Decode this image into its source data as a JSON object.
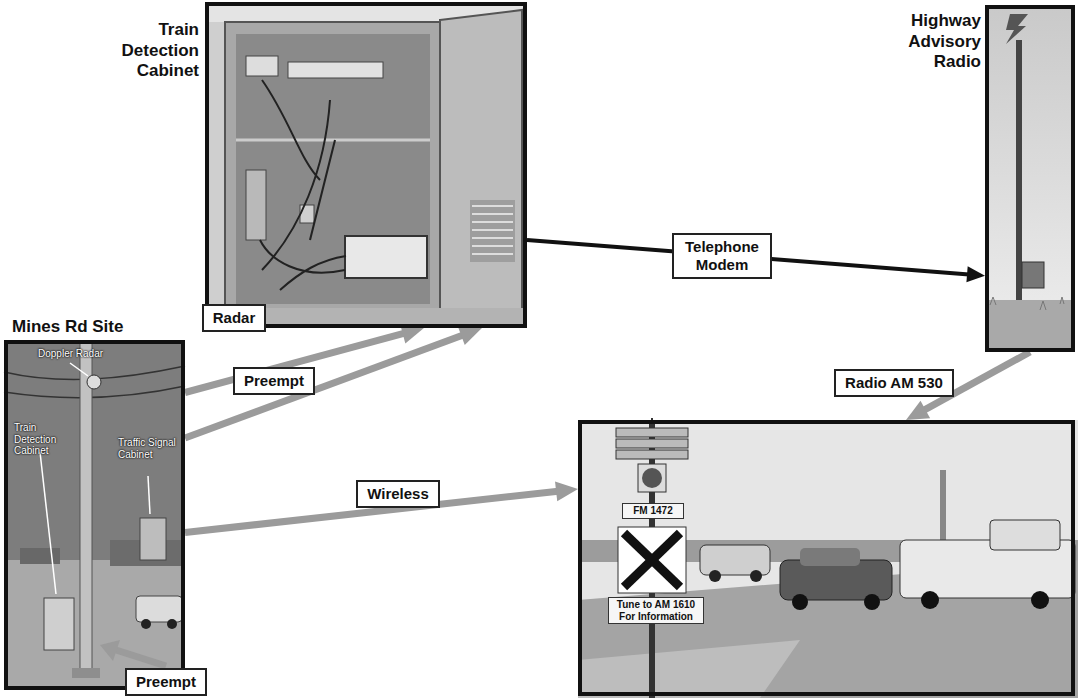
{
  "diagram": {
    "nodes": [
      {
        "text": [
          "Train Detection Cabinet"
        ]
      },
      {
        "text": [
          "Highway Advisory Radio"
        ]
      },
      {
        "text": [
          "Mines Rd Site",
          "Doppler Radar",
          "Train Detection Cabinet",
          "Traffic Signal Cabinet"
        ]
      },
      {
        "text": [
          "FM 1472",
          "Tune to AM 1610 For Information"
        ]
      }
    ],
    "edges": [
      {
        "from": 0,
        "to": 1,
        "label": "Telephone Modem",
        "arrow": "to"
      },
      {
        "from": 2,
        "to": 0,
        "label": "Radar",
        "arrow": "to"
      },
      {
        "from": 2,
        "to": 0,
        "label": "Preempt",
        "arrow": "to"
      },
      {
        "from": 2,
        "to": 3,
        "label": "Wireless",
        "arrow": "to"
      },
      {
        "from": 1,
        "to": 3,
        "label": "Radio AM 530",
        "arrow": "to"
      }
    ],
    "labels": [
      "Preempt"
    ]
  }
}
